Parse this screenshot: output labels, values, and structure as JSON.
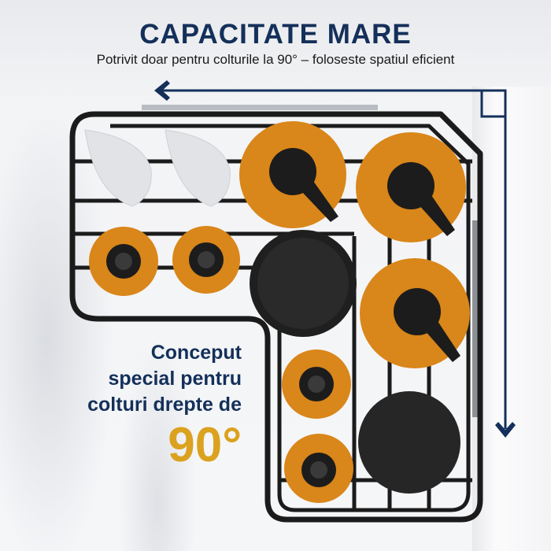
{
  "header": {
    "title": "CAPACITATE MARE",
    "subtitle": "Potrivit doar pentru colturile la 90° – foloseste spatiul eficient"
  },
  "feature": {
    "line1": "Conceput",
    "line2": "special pentru",
    "line3": "colturi drepte de",
    "highlight": "90°"
  },
  "colors": {
    "navy": "#14305a",
    "gold": "#dba21f",
    "amber_bottle": "#d9861a",
    "rack": "#1b1b1b"
  },
  "icons": {
    "arrow_left": "arrow-left-icon",
    "arrow_down": "arrow-down-icon"
  }
}
